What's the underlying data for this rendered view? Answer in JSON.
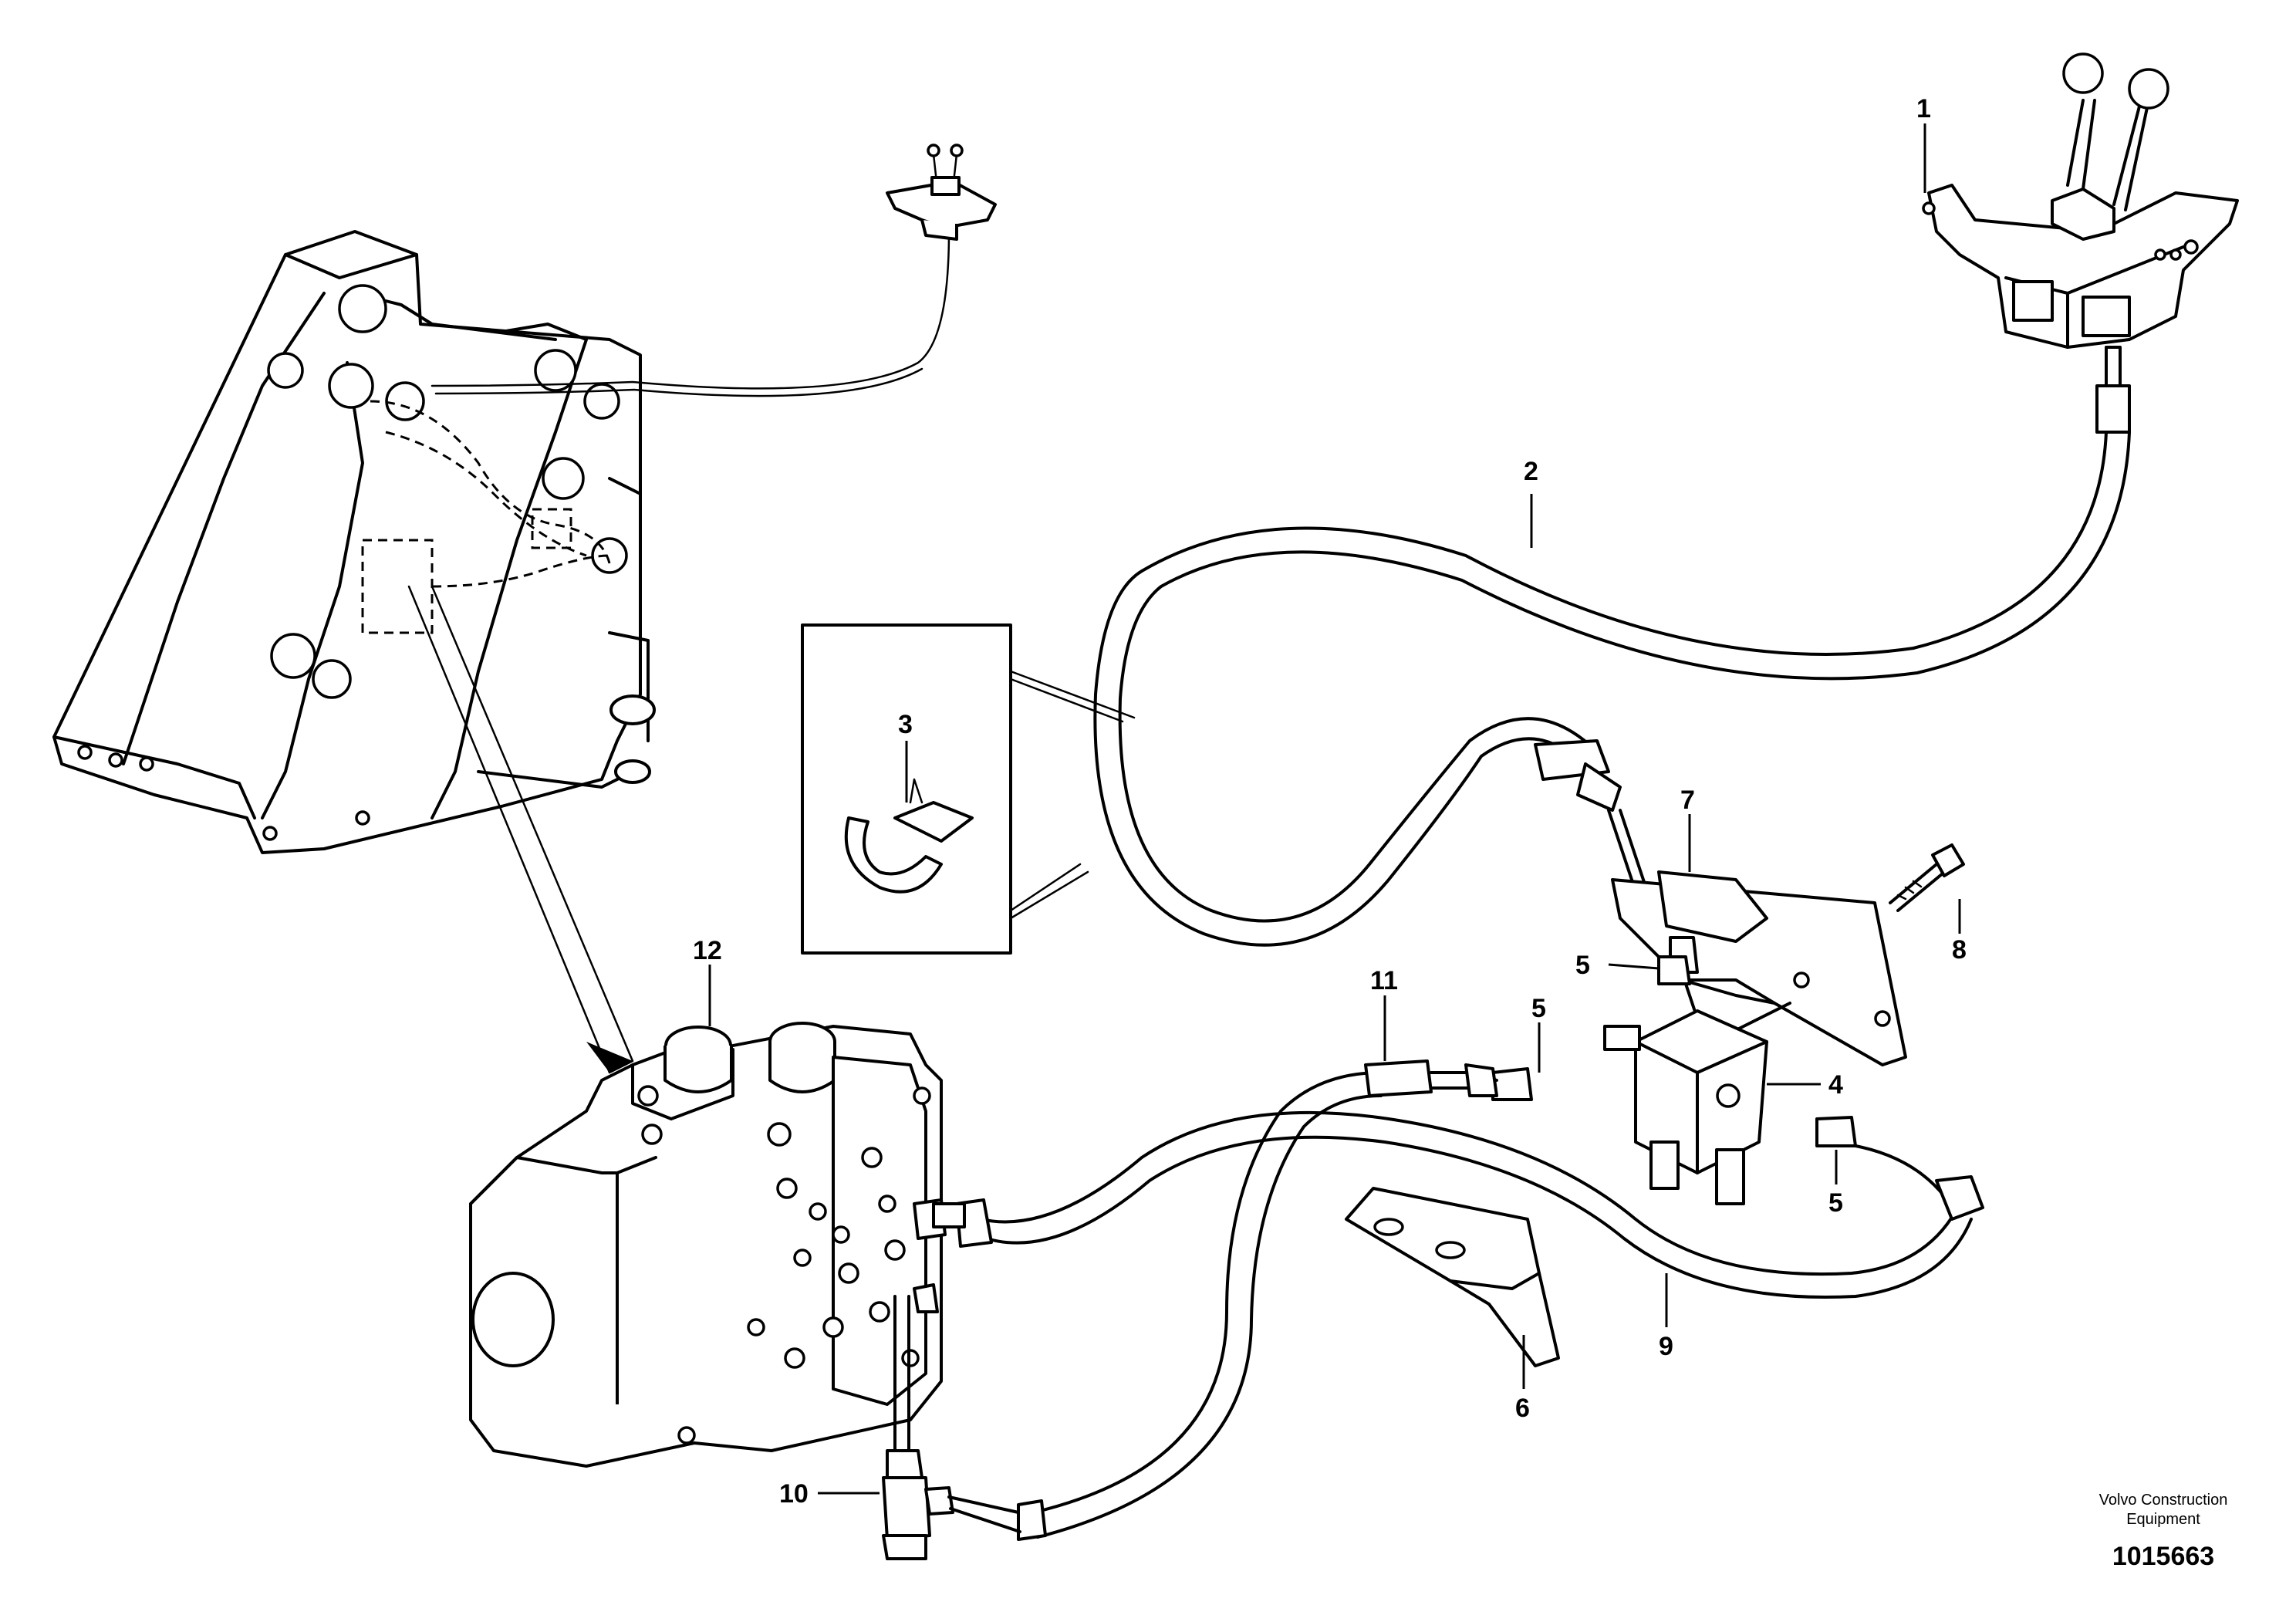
{
  "callouts": {
    "c1": "1",
    "c2": "2",
    "c3": "3",
    "c4": "4",
    "c5a": "5",
    "c5b": "5",
    "c5c": "5",
    "c6": "6",
    "c7": "7",
    "c8": "8",
    "c9": "9",
    "c10": "10",
    "c11": "11",
    "c12": "12"
  },
  "footer": {
    "brand_line1": "Volvo Construction",
    "brand_line2": "Equipment",
    "document_number": "1015663"
  }
}
